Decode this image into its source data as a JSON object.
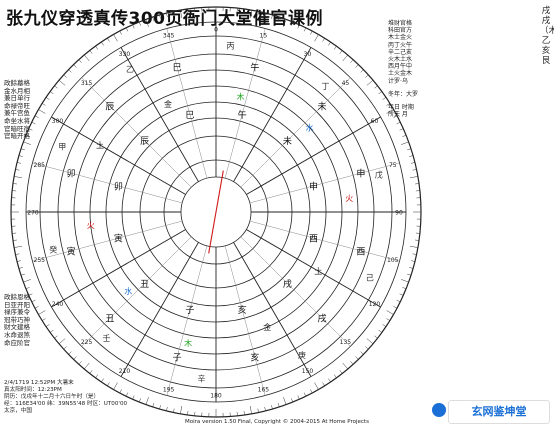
{
  "title": "张九仪穿透真传300页衙门大堂催官课例",
  "header_side": "戌戌（木）乙亥艮",
  "left_top": [
    "政餘墓格",
    "金水月相",
    "兼日单行",
    "命禄帝旺",
    "兼午宫鱼",
    "命坐水将",
    "官暗旺宿",
    "官暗开格"
  ],
  "left_bottom": [
    "政餘恩格",
    "日亚开阳",
    "禄序兼令",
    "冠带巧神",
    "财文建格",
    "水命退煞",
    "命应阶官"
  ],
  "right_top_labels": [
    "堆财官格",
    "科田官方",
    "木士金火",
    "丙丁火午",
    "辛二己亥",
    "火木土水",
    "西月午中",
    "土火金木",
    "计罗·乌",
    "冬年：大罗",
    "年日 时期",
    "所天 月"
  ],
  "right_top_grid": [
    "",
    "",
    "",
    "",
    "",
    "",
    "",
    "",
    "",
    ""
  ],
  "right_mid_grid": [
    "",
    "",
    "",
    "",
    "",
    "",
    "",
    "",
    "",
    "",
    "",
    ""
  ],
  "right_birth": [
    "",
    ""
  ],
  "right_table_left": [
    "",
    "",
    "",
    "",
    "",
    "",
    "",
    "",
    "",
    "",
    "",
    ""
  ],
  "right_table_right": [
    "",
    "",
    "",
    "",
    "",
    "",
    "",
    "",
    "",
    "",
    "",
    ""
  ],
  "bottom_info": [
    "2/4/1719 12:52PM 大暑末",
    "真太阳时间：12:23PM",
    "阴历：戊戌年十二月十六日午时（是）",
    "经：116E34'00  纬：39N55'48  时区：UT00'00",
    "太京，中国"
  ],
  "footer": "Moira version 1.50 Final, Copyright © 2004-2015 At Home Projects",
  "watermark": "玄网鉴坤堂",
  "chart": {
    "degrees": [
      "0",
      "15",
      "30",
      "45",
      "60",
      "75",
      "90",
      "105",
      "120",
      "135",
      "150",
      "165",
      "180",
      "195",
      "210",
      "225",
      "240",
      "255",
      "270",
      "285",
      "300",
      "315",
      "330",
      "345"
    ],
    "branches": [
      "午",
      "未",
      "申",
      "酉",
      "戌",
      "亥",
      "子",
      "丑",
      "寅",
      "卯",
      "辰",
      "巳"
    ],
    "stems": [
      "丙",
      "丁",
      "戊",
      "己",
      "庚",
      "辛",
      "壬",
      "癸",
      "甲",
      "乙"
    ],
    "planets": [
      {
        "name": "木",
        "color": "#1aa11a"
      },
      {
        "name": "水",
        "color": "#1a6fd6"
      },
      {
        "name": "火",
        "color": "#d11a1a"
      },
      {
        "name": "土",
        "color": "#222"
      },
      {
        "name": "金",
        "color": "#222"
      }
    ]
  }
}
